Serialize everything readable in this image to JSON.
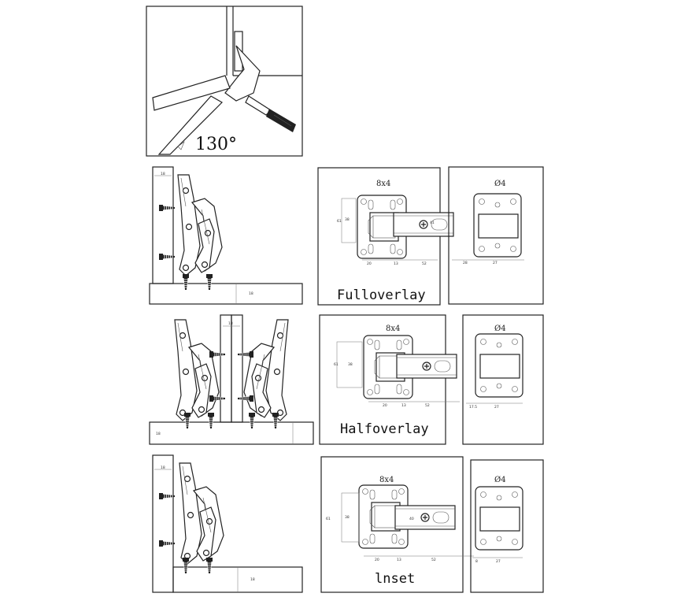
{
  "opening": {
    "angle": "130°"
  },
  "rows": [
    {
      "id": "full",
      "caption": "Fulloverlay",
      "cup_label": "8x4",
      "plate_label": "Ø4",
      "side_dims": [
        "18",
        "18"
      ],
      "cup_dims": [
        "61",
        "38",
        "20",
        "13",
        "52",
        "41"
      ],
      "plate_dims": [
        "28",
        "27"
      ]
    },
    {
      "id": "half",
      "caption": "Halfoverlay",
      "cup_label": "8x4",
      "plate_label": "Ø4",
      "side_dims": [
        "18",
        "18"
      ],
      "cup_dims": [
        "61",
        "38",
        "20",
        "13",
        "52"
      ],
      "plate_dims": [
        "17.5",
        "27"
      ]
    },
    {
      "id": "inset",
      "caption": "lnset",
      "cup_label": "8x4",
      "plate_label": "Ø4",
      "side_dims": [
        "18",
        "18"
      ],
      "cup_dims": [
        "61",
        "38",
        "20",
        "13",
        "52",
        "40"
      ],
      "plate_dims": [
        "8",
        "27"
      ]
    }
  ]
}
